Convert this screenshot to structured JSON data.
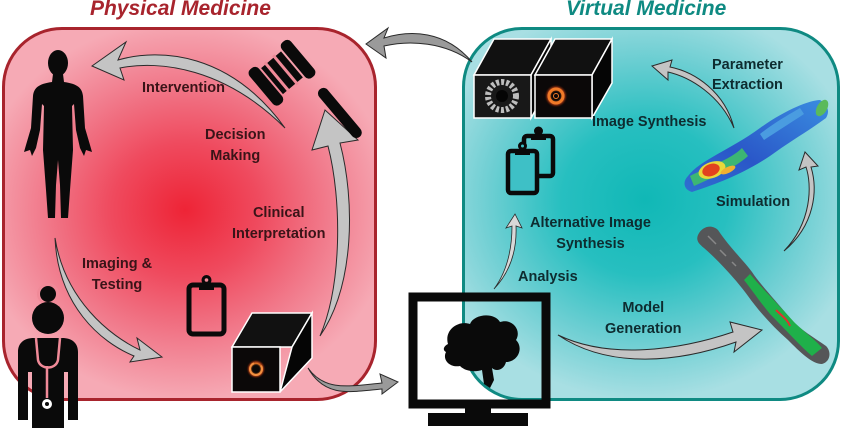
{
  "titles": {
    "physical": "Physical Medicine",
    "virtual": "Virtual Medicine"
  },
  "colors": {
    "physical_accent": "#a8242d",
    "virtual_accent": "#0f8a82",
    "arrow_fill": "#c4c4c4",
    "icon_fill": "#0a0a0a"
  },
  "physical_labels": {
    "intervention": "Intervention",
    "decision_making_1": "Decision",
    "decision_making_2": "Making",
    "clinical_interpretation_1": "Clinical",
    "clinical_interpretation_2": "Interpretation",
    "imaging_testing_1": "Imaging &",
    "imaging_testing_2": "Testing"
  },
  "virtual_labels": {
    "parameter_extraction_1": "Parameter",
    "parameter_extraction_2": "Extraction",
    "image_synthesis": "Image Synthesis",
    "simulation": "Simulation",
    "alternative_image_synthesis_1": "Alternative Image",
    "alternative_image_synthesis_2": "Synthesis",
    "analysis": "Analysis",
    "model_generation_1": "Model",
    "model_generation_2": "Generation"
  }
}
